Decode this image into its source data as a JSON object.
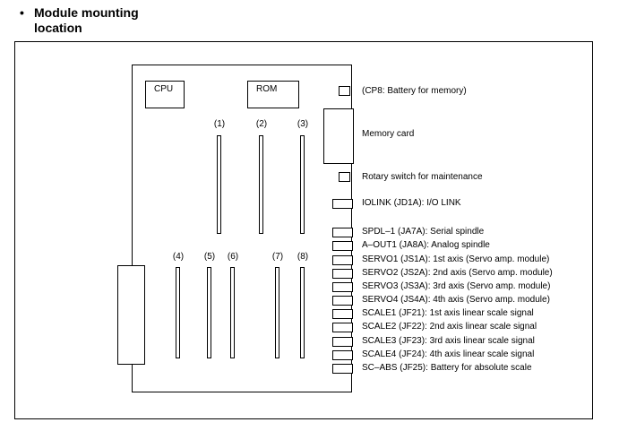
{
  "heading": {
    "bullet": "•",
    "title": "Module mounting location"
  },
  "board": {
    "cpu_label": "CPU",
    "rom_label": "ROM",
    "slots_top": [
      "(1)",
      "(2)",
      "(3)"
    ],
    "slots_bottom": [
      "(4)",
      "(5)",
      "(6)",
      "(7)",
      "(8)"
    ]
  },
  "labels": {
    "cp8": "(CP8: Battery for memory)",
    "memory_card": "Memory card",
    "rotary_switch": "Rotary switch for maintenance",
    "iolink": "IOLINK (JD1A): I/O LINK",
    "connectors": [
      "SPDL–1 (JA7A): Serial spindle",
      "A–OUT1 (JA8A): Analog spindle",
      "SERVO1 (JS1A): 1st axis (Servo amp. module)",
      "SERVO2 (JS2A): 2nd axis (Servo amp. module)",
      "SERVO3 (JS3A): 3rd axis (Servo amp. module)",
      "SERVO4 (JS4A): 4th axis (Servo amp. module)",
      "SCALE1 (JF21): 1st axis linear scale signal",
      "SCALE2 (JF22): 2nd axis linear scale signal",
      "SCALE3 (JF23): 3rd axis linear scale signal",
      "SCALE4 (JF24): 4th axis linear scale signal",
      "SC–ABS (JF25): Battery for absolute scale"
    ]
  }
}
